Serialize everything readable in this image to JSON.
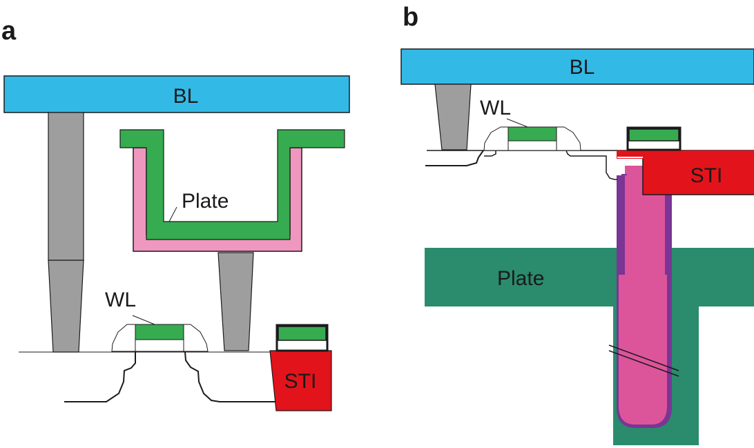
{
  "panels": {
    "a": {
      "label": "a",
      "bit_line": "BL",
      "word_line": "WL",
      "plate": "Plate",
      "isolation": "STI"
    },
    "b": {
      "label": "b",
      "bit_line": "BL",
      "word_line": "WL",
      "plate": "Plate",
      "isolation": "STI"
    }
  },
  "colors": {
    "bit_line": "#33b9e6",
    "word_line": "#37ab50",
    "plate_a": "#37ab50",
    "dielectric_a": "#f097bf",
    "contact": "#9e9e9e",
    "sti": "#e3131b",
    "trench_fill": "#dc559a",
    "trench_collar": "#7a3595",
    "plate_b": "#2a8c6c"
  }
}
